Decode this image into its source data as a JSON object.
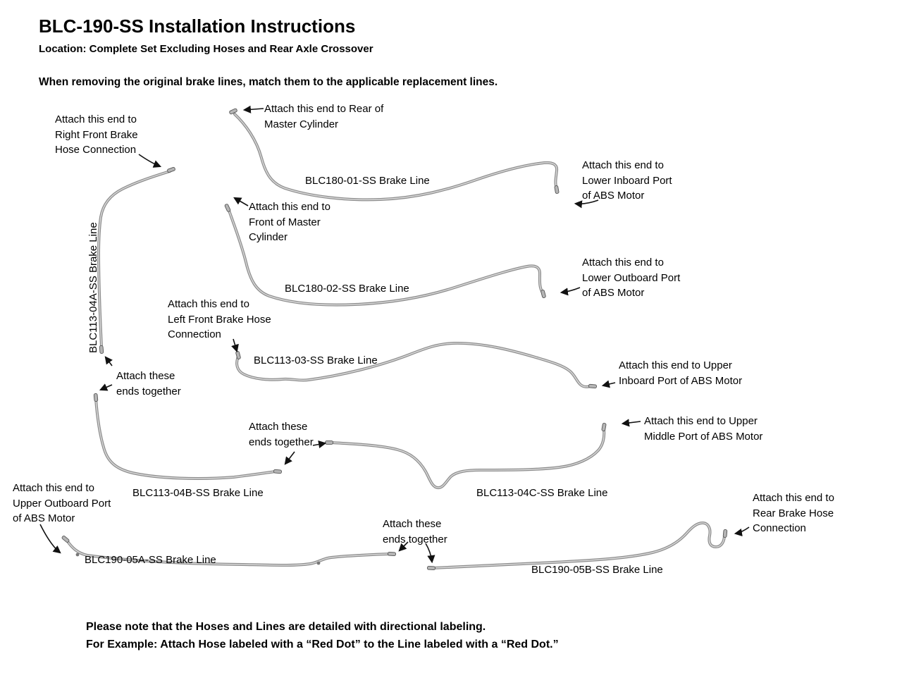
{
  "page": {
    "title": "BLC-190-SS Installation Instructions",
    "subtitle": "Location: Complete Set Excluding Hoses and Rear Axle Crossover",
    "intro": "When removing the original brake lines, match them to the applicable replacement lines.",
    "footer_line1": "Please note that the Hoses and Lines are detailed with directional labeling.",
    "footer_line2": "For Example: Attach Hose labeled with a “Red Dot” to the Line labeled with a “Red Dot.”"
  },
  "colors": {
    "text": "#000000",
    "tube": "#8e8e8e",
    "tubeHighlight": "#d8d8d8",
    "arrow": "#111111"
  },
  "labels": [
    {
      "id": "rear-master-cylinder",
      "text": "Attach this end to Rear of\nMaster Cylinder"
    },
    {
      "id": "right-front-brake-hose",
      "text": "Attach this end to\nRight Front Brake\nHose Connection"
    },
    {
      "id": "blc180-01",
      "text": "BLC180-01-SS Brake Line"
    },
    {
      "id": "lower-inboard-abs",
      "text": "Attach this end to\nLower Inboard Port\nof ABS Motor"
    },
    {
      "id": "front-master-cylinder",
      "text": "Attach this end to\nFront of Master\nCylinder"
    },
    {
      "id": "blc113-04a",
      "text": "BLC113-04A-SS Brake Line"
    },
    {
      "id": "blc180-02",
      "text": "BLC180-02-SS Brake Line"
    },
    {
      "id": "lower-outboard-abs",
      "text": "Attach this end to\nLower Outboard Port\nof ABS Motor"
    },
    {
      "id": "left-front-brake-hose",
      "text": "Attach this end to\nLeft Front Brake Hose\nConnection"
    },
    {
      "id": "blc113-03",
      "text": "BLC113-03-SS Brake Line"
    },
    {
      "id": "upper-inboard-abs",
      "text": "Attach this end to Upper\nInboard Port of ABS Motor"
    },
    {
      "id": "ends-together-1",
      "text": "Attach these\nends together"
    },
    {
      "id": "ends-together-2",
      "text": "Attach these\nends together"
    },
    {
      "id": "upper-middle-abs",
      "text": "Attach this end to Upper\nMiddle Port of ABS Motor"
    },
    {
      "id": "blc113-04b",
      "text": "BLC113-04B-SS Brake Line"
    },
    {
      "id": "blc113-04c",
      "text": "BLC113-04C-SS Brake Line"
    },
    {
      "id": "upper-outboard-abs",
      "text": "Attach this end to\nUpper Outboard Port\nof ABS Motor"
    },
    {
      "id": "ends-together-3",
      "text": "Attach these\nends together"
    },
    {
      "id": "rear-brake-hose",
      "text": "Attach this end to\nRear Brake Hose\nConnection"
    },
    {
      "id": "blc190-05a",
      "text": "BLC190-05A-SS Brake Line"
    },
    {
      "id": "blc190-05b",
      "text": "BLC190-05B-SS Brake Line"
    }
  ]
}
